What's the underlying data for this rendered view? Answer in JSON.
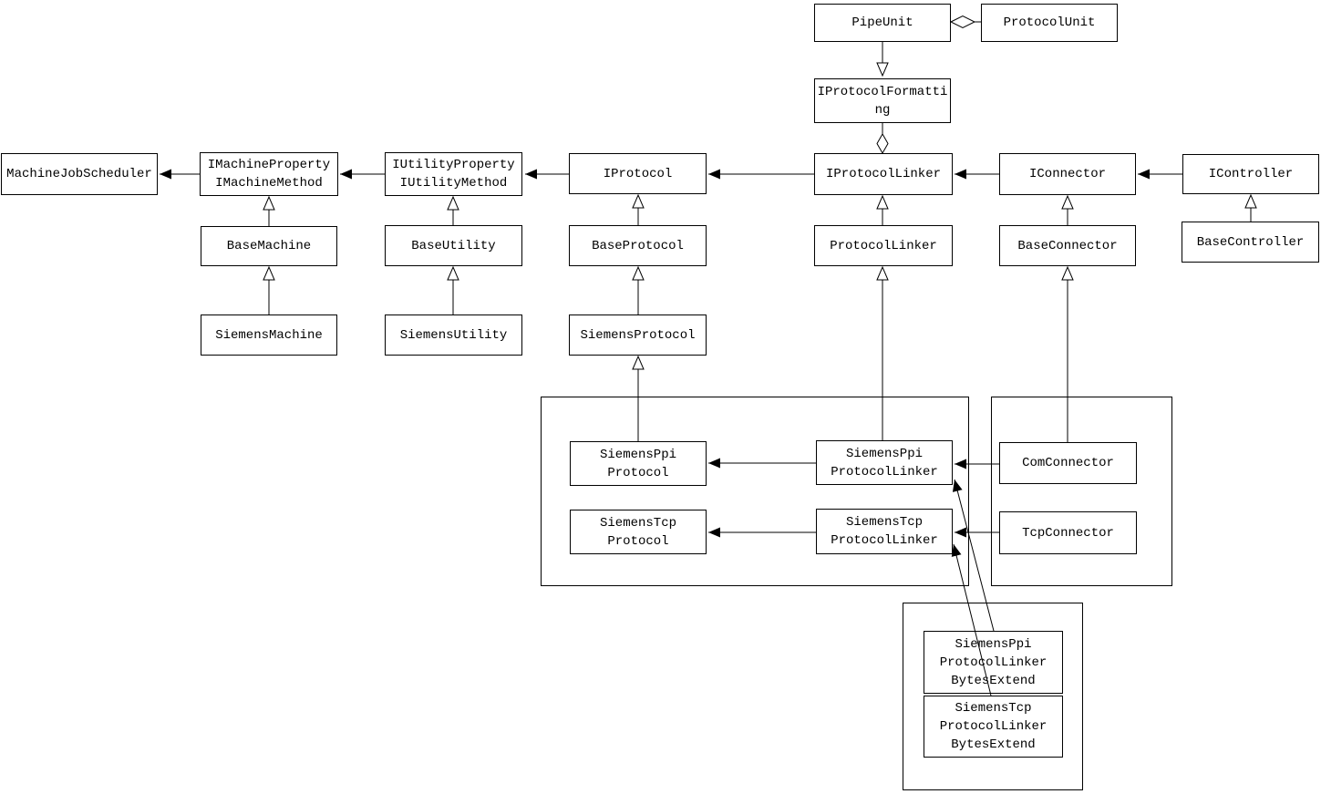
{
  "diagram_type": "uml-class-diagram",
  "colors": {
    "background": "#ffffff",
    "box_background": "#ffffff",
    "box_border": "#000000",
    "line": "#000000",
    "text": "#000000"
  },
  "nodes": {
    "pipe_unit": {
      "label": "PipeUnit"
    },
    "protocol_unit": {
      "label": "ProtocolUnit"
    },
    "protocol_formatting": {
      "label": "IProtocolFormatti\nng"
    },
    "machine_job_scheduler": {
      "label": "MachineJobScheduler"
    },
    "machine_interface": {
      "label": "IMachineProperty\nIMachineMethod"
    },
    "utility_interface": {
      "label": "IUtilityProperty\nIUtilityMethod"
    },
    "protocol_interface": {
      "label": "IProtocol"
    },
    "protocol_linker_interface": {
      "label": "IProtocolLinker"
    },
    "connector_interface": {
      "label": "IConnector"
    },
    "controller_interface": {
      "label": "IController"
    },
    "base_machine": {
      "label": "BaseMachine"
    },
    "base_utility": {
      "label": "BaseUtility"
    },
    "base_protocol": {
      "label": "BaseProtocol"
    },
    "protocol_linker": {
      "label": "ProtocolLinker"
    },
    "base_connector": {
      "label": "BaseConnector"
    },
    "base_controller": {
      "label": "BaseController"
    },
    "siemens_machine": {
      "label": "SiemensMachine"
    },
    "siemens_utility": {
      "label": "SiemensUtility"
    },
    "siemens_protocol": {
      "label": "SiemensProtocol"
    },
    "siemens_ppi_protocol": {
      "label": "SiemensPpi\nProtocol"
    },
    "siemens_ppi_protocol_linker": {
      "label": "SiemensPpi\nProtocolLinker"
    },
    "siemens_tcp_protocol": {
      "label": "SiemensTcp\nProtocol"
    },
    "siemens_tcp_protocol_linker": {
      "label": "SiemensTcp\nProtocolLinker"
    },
    "com_connector": {
      "label": "ComConnector"
    },
    "tcp_connector": {
      "label": "TcpConnector"
    },
    "siemens_ppi_protocol_linker_bytes_extend": {
      "label": "SiemensPpi\nProtocolLinker\nBytesExtend"
    },
    "siemens_tcp_protocol_linker_bytes_extend": {
      "label": "SiemensTcp\nProtocolLinker\nBytesExtend"
    }
  },
  "relationships": [
    {
      "from": "PipeUnit",
      "to": "ProtocolUnit",
      "type": "aggregation"
    },
    {
      "from": "PipeUnit",
      "to": "IProtocolFormatting",
      "type": "generalization-down"
    },
    {
      "from": "IProtocolFormatting",
      "to": "IProtocolLinker",
      "type": "aggregation"
    },
    {
      "from": "IMachineProperty/IMachineMethod",
      "to": "MachineJobScheduler",
      "type": "association"
    },
    {
      "from": "IUtilityProperty/IUtilityMethod",
      "to": "IMachineProperty/IMachineMethod",
      "type": "association"
    },
    {
      "from": "IProtocol",
      "to": "IUtilityProperty/IUtilityMethod",
      "type": "association"
    },
    {
      "from": "IProtocolLinker",
      "to": "IProtocol",
      "type": "association"
    },
    {
      "from": "IConnector",
      "to": "IProtocolLinker",
      "type": "association"
    },
    {
      "from": "IController",
      "to": "IConnector",
      "type": "association"
    },
    {
      "from": "BaseMachine",
      "to": "IMachineProperty/IMachineMethod",
      "type": "generalization"
    },
    {
      "from": "BaseUtility",
      "to": "IUtilityProperty/IUtilityMethod",
      "type": "generalization"
    },
    {
      "from": "BaseProtocol",
      "to": "IProtocol",
      "type": "generalization"
    },
    {
      "from": "ProtocolLinker",
      "to": "IProtocolLinker",
      "type": "generalization"
    },
    {
      "from": "BaseConnector",
      "to": "IConnector",
      "type": "generalization"
    },
    {
      "from": "BaseController",
      "to": "IController",
      "type": "generalization"
    },
    {
      "from": "SiemensMachine",
      "to": "BaseMachine",
      "type": "generalization"
    },
    {
      "from": "SiemensUtility",
      "to": "BaseUtility",
      "type": "generalization"
    },
    {
      "from": "SiemensProtocol",
      "to": "BaseProtocol",
      "type": "generalization"
    },
    {
      "from": "SiemensPpiProtocol",
      "to": "SiemensProtocol",
      "type": "generalization"
    },
    {
      "from": "SiemensPpiProtocolLinker",
      "to": "ProtocolLinker",
      "type": "generalization"
    },
    {
      "from": "ComConnector",
      "to": "BaseConnector",
      "type": "generalization"
    },
    {
      "from": "SiemensPpiProtocolLinker",
      "to": "SiemensPpiProtocol",
      "type": "association"
    },
    {
      "from": "SiemensTcpProtocolLinker",
      "to": "SiemensTcpProtocol",
      "type": "association"
    },
    {
      "from": "ComConnector",
      "to": "SiemensPpiProtocolLinker",
      "type": "association"
    },
    {
      "from": "TcpConnector",
      "to": "SiemensTcpProtocolLinker",
      "type": "association"
    },
    {
      "from": "SiemensPpiProtocolLinkerBytesExtend",
      "to": "SiemensPpiProtocolLinker",
      "type": "association"
    },
    {
      "from": "SiemensTcpProtocolLinkerBytesExtend",
      "to": "SiemensTcpProtocolLinker",
      "type": "association"
    }
  ]
}
